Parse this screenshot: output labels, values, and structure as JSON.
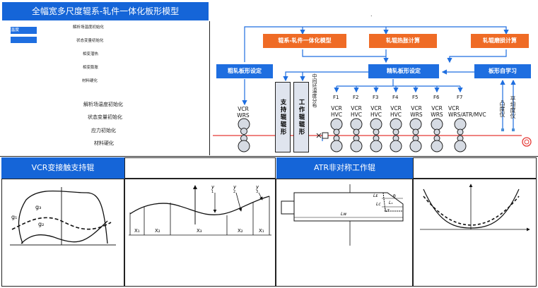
{
  "header": {
    "title": "全幅宽多尺度辊系-轧件一体化板形模型",
    "dot": "."
  },
  "left_panel": {
    "button1": "温度",
    "list_small": [
      "解析场温度初始化",
      "状态变量初始化",
      "相变潜热",
      "相变膨胀",
      "材料硬化"
    ],
    "list_medium": [
      "解析场温度初始化",
      "状态变量初始化",
      "应力初始化",
      "材料硬化"
    ]
  },
  "flow": {
    "top_boxes": [
      "辊系-轧件一体化模型",
      "轧辊热胀计算",
      "轧辊磨损计算"
    ],
    "rough_setup": "粗轧板形设定",
    "finish_setup": "精轧板形设定",
    "self_learning": "板形自学习",
    "rough_stand": [
      "VCR",
      "WRS"
    ],
    "support_roll": "支持辊辊形",
    "work_roll": "工作辊辊形",
    "mid_temp": "中间坯温度分布",
    "stand_labels": [
      "F1",
      "F2",
      "F3",
      "F4",
      "F5",
      "F6",
      "F7"
    ],
    "stand_types": [
      [
        "VCR",
        "HVC"
      ],
      [
        "VCR",
        "HVC"
      ],
      [
        "VCR",
        "HVC"
      ],
      [
        "VCR",
        "HVC"
      ],
      [
        "VCR",
        "WRS"
      ],
      [
        "VCR",
        "WRS"
      ],
      [
        "VCR",
        "WRS/ATR/MVC"
      ]
    ],
    "crown_meter": "凸度仪",
    "flatness_meter": "平坦度仪"
  },
  "bottom": {
    "vcr_title": "VCR变接触支持辊",
    "atr_title": "ATR非对称工作辊",
    "curve_labels": {
      "g1": "g₁",
      "g2": "g₂",
      "g3": "g₃"
    },
    "y_labels": [
      "y",
      "y",
      "y"
    ],
    "y_subs": [
      "1",
      "2",
      "3"
    ],
    "x_labels": [
      "X₁",
      "X₂",
      "X₃",
      "X₂",
      "X₁"
    ],
    "atr_labels": {
      "le": "Lᴇ",
      "lc": "Lᴄ",
      "ls": "Lₛ",
      "lt": "Lᴛ",
      "lw": "Lᴡ",
      "theta": "θ"
    }
  },
  "colors": {
    "blue": "#1e6ee0",
    "orange": "#ef6b25",
    "strip": "#e53935"
  }
}
